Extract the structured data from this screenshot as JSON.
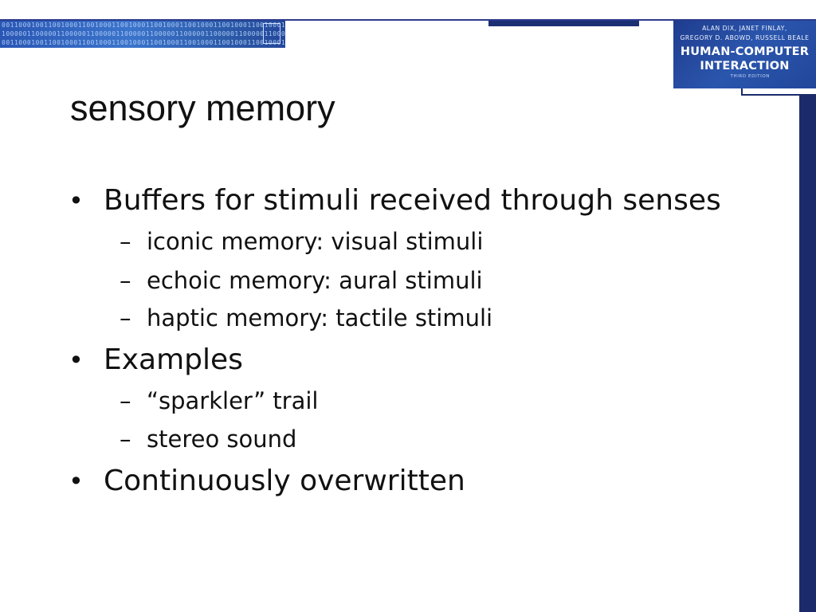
{
  "header": {
    "binary_rows": [
      "00110001001100100011001000110010001100100011001000110010001100100011001000110010001100100011001000110010",
      "10000011000001100000110000011000001100000110000011000001100000110000011000001100000110000011000001100000"
    ],
    "book": {
      "authors_line1": "ALAN DIX, JANET FINLAY,",
      "authors_line2": "GREGORY D. ABOWD, RUSSELL BEALE",
      "title_line1": "HUMAN-COMPUTER",
      "title_line2": "INTERACTION",
      "edition": "THIRD EDITION"
    }
  },
  "slide": {
    "title": "sensory memory",
    "bullet_marker": "•",
    "sub_marker": "–",
    "items": [
      {
        "text": "Buffers for stimuli received through senses"
      },
      {
        "text": "iconic memory: visual stimuli"
      },
      {
        "text": "echoic memory: aural stimuli"
      },
      {
        "text": "haptic memory: tactile stimuli"
      },
      {
        "text": "Examples"
      },
      {
        "text": "“sparkler” trail"
      },
      {
        "text": "stereo sound"
      },
      {
        "text": "Continuously overwritten"
      }
    ]
  }
}
